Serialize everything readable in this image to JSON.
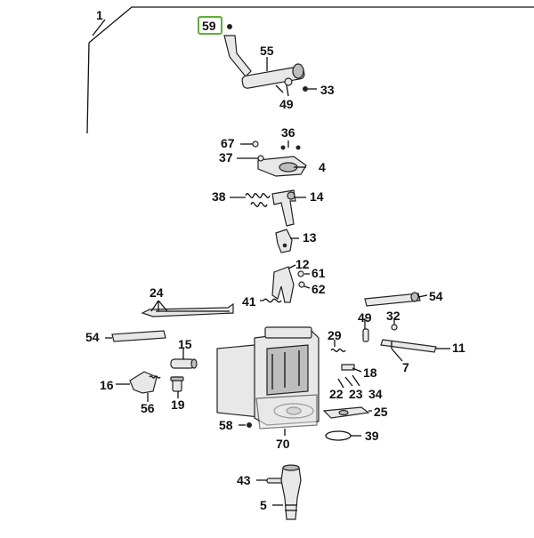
{
  "diagram": {
    "highlight_color": "#5cb031",
    "highlighted": "59",
    "callouts": [
      "1",
      "59",
      "55",
      "33",
      "49",
      "67",
      "36",
      "37",
      "4",
      "38",
      "14",
      "13",
      "12",
      "61",
      "62",
      "41",
      "24",
      "54",
      "49",
      "32",
      "54",
      "11",
      "15",
      "29",
      "7",
      "18",
      "16",
      "56",
      "19",
      "22",
      "23",
      "34",
      "25",
      "58",
      "70",
      "39",
      "43",
      "5"
    ]
  }
}
